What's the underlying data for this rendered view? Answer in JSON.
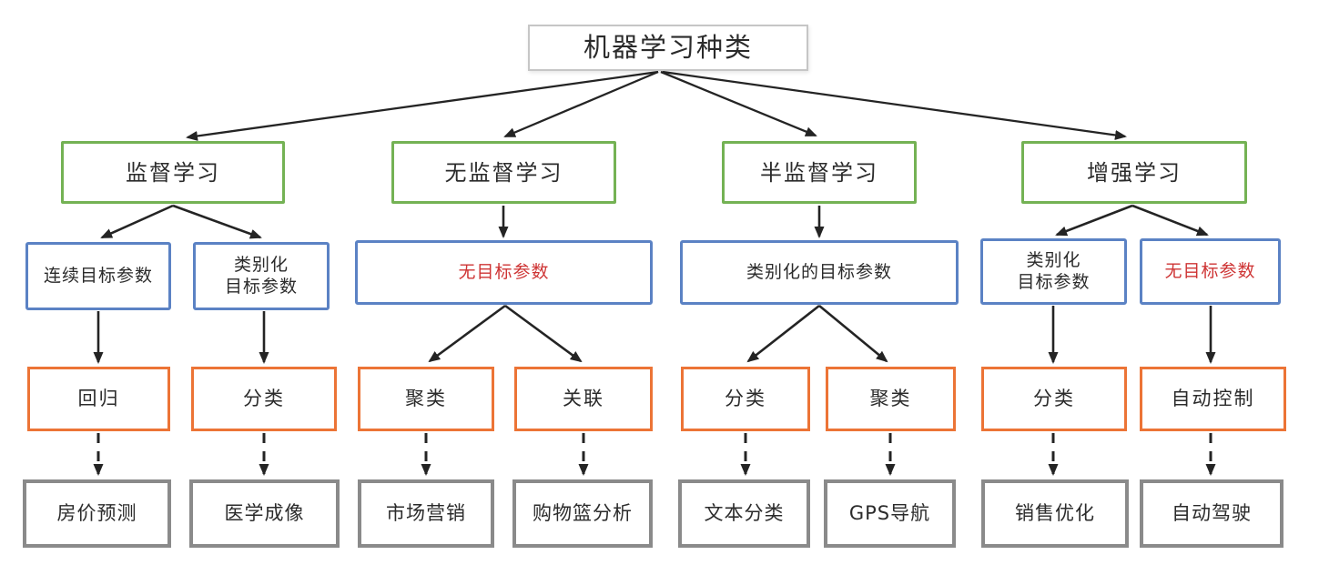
{
  "diagram_title": "机器学习种类",
  "palette": {
    "root_border": "#c6c6c6",
    "category_border_green": "#74b254",
    "target_border_blue": "#5b82c4",
    "method_border_orange": "#ec7436",
    "application_border_gray": "#8a8a8a",
    "text": "#2b2b2b",
    "highlight_text_red": "#ce3434",
    "arrow": "#242424"
  },
  "nodes": {
    "root": "机器学习种类",
    "supervised": "监督学习",
    "unsupervised": "无监督学习",
    "semi_supervised": "半监督学习",
    "reinforcement": "增强学习",
    "continuous_target": "连续目标参数",
    "categorical_target_supervised": "类别化\n目标参数",
    "no_target_unsupervised": "无目标参数",
    "categorical_target_semi": "类别化的目标参数",
    "categorical_target_reinforcement": "类别化\n目标参数",
    "no_target_reinforcement": "无目标参数",
    "regression": "回归",
    "classification_supervised": "分类",
    "clustering_unsupervised": "聚类",
    "association": "关联",
    "classification_semi": "分类",
    "clustering_semi": "聚类",
    "classification_reinforcement": "分类",
    "auto_control": "自动控制",
    "house_price_prediction": "房价预测",
    "medical_imaging": "医学成像",
    "marketing": "市场营销",
    "basket_analysis": "购物篮分析",
    "text_classification": "文本分类",
    "gps_navigation": "GPS导航",
    "sales_optimization": "销售优化",
    "autonomous_driving": "自动驾驶"
  },
  "structure": {
    "root": [
      "supervised",
      "unsupervised",
      "semi_supervised",
      "reinforcement"
    ],
    "supervised": [
      "continuous_target",
      "categorical_target_supervised"
    ],
    "unsupervised": [
      "no_target_unsupervised"
    ],
    "semi_supervised": [
      "categorical_target_semi"
    ],
    "reinforcement": [
      "categorical_target_reinforcement",
      "no_target_reinforcement"
    ],
    "continuous_target": [
      "regression"
    ],
    "categorical_target_supervised": [
      "classification_supervised"
    ],
    "no_target_unsupervised": [
      "clustering_unsupervised",
      "association"
    ],
    "categorical_target_semi": [
      "classification_semi",
      "clustering_semi"
    ],
    "categorical_target_reinforcement": [
      "classification_reinforcement"
    ],
    "no_target_reinforcement": [
      "auto_control"
    ],
    "regression": [
      "house_price_prediction"
    ],
    "classification_supervised": [
      "medical_imaging"
    ],
    "clustering_unsupervised": [
      "marketing"
    ],
    "association": [
      "basket_analysis"
    ],
    "classification_semi": [
      "text_classification"
    ],
    "clustering_semi": [
      "gps_navigation"
    ],
    "classification_reinforcement": [
      "sales_optimization"
    ],
    "auto_control": [
      "autonomous_driving"
    ]
  }
}
